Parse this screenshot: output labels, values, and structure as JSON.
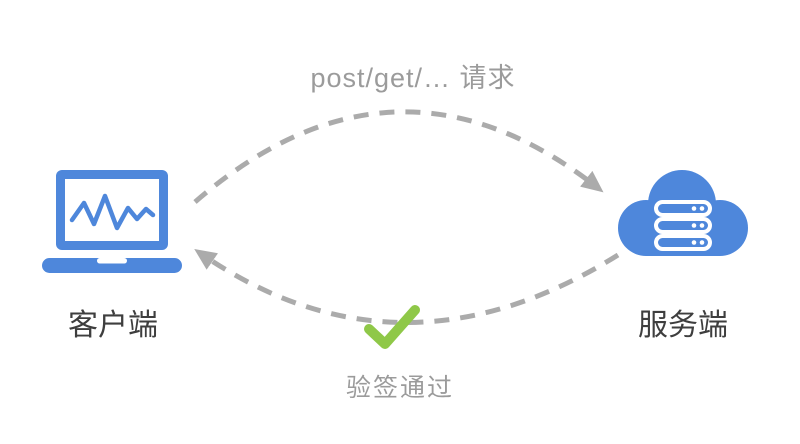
{
  "diagram": {
    "type": "client-server request/response flow",
    "labels": {
      "request": "post/get/… 请求",
      "client": "客户端",
      "server": "服务端",
      "response": "验签通过"
    },
    "icons": {
      "client": "laptop-icon",
      "server": "cloud-server-icon",
      "verify": "check-icon",
      "request_arrow": "dashed-arc-arrow-right",
      "response_arrow": "dashed-arc-arrow-left"
    },
    "colors": {
      "blue": "#4E87DB",
      "line_gray": "#ABABAB",
      "text_gray": "#9b9b9b",
      "text_dark": "#3e3e3e",
      "green": "#8FC848",
      "white": "#ffffff",
      "background": "#ffffff"
    }
  }
}
